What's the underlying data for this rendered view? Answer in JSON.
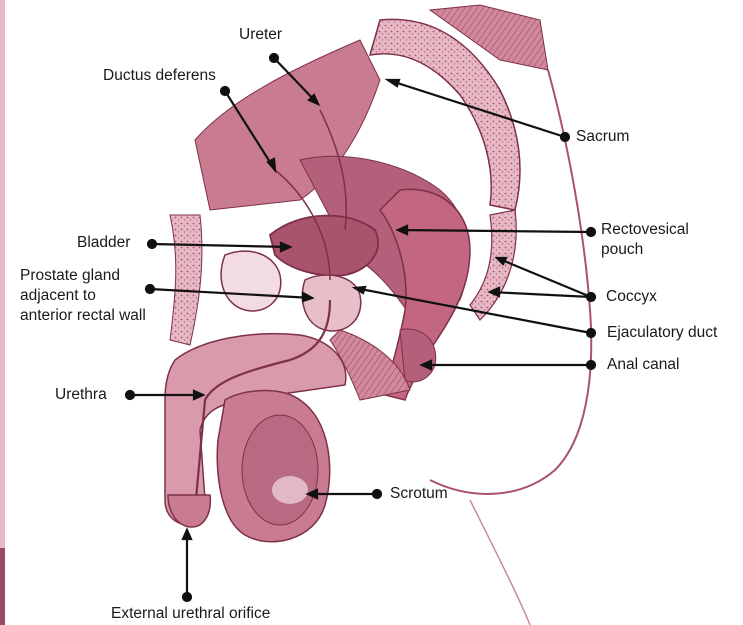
{
  "colors": {
    "tissue": "#c97b8f",
    "tissue_dark": "#a9536d",
    "tissue_light": "#e9c3cc",
    "outline": "#7d3048",
    "leader": "#111111",
    "edge_strip": "#e3b8c8"
  },
  "labels": {
    "ureter": "Ureter",
    "ductus_deferens": "Ductus deferens",
    "sacrum": "Sacrum",
    "rectovesical_pouch": "Rectovesical\npouch",
    "bladder": "Bladder",
    "prostate_gland": "Prostate gland\nadjacent to\nanterior rectal wall",
    "coccyx": "Coccyx",
    "ejaculatory_duct": "Ejaculatory duct",
    "anal_canal": "Anal canal",
    "urethra": "Urethra",
    "scrotum": "Scrotum",
    "external_urethral_orifice": "External urethral orifice"
  }
}
